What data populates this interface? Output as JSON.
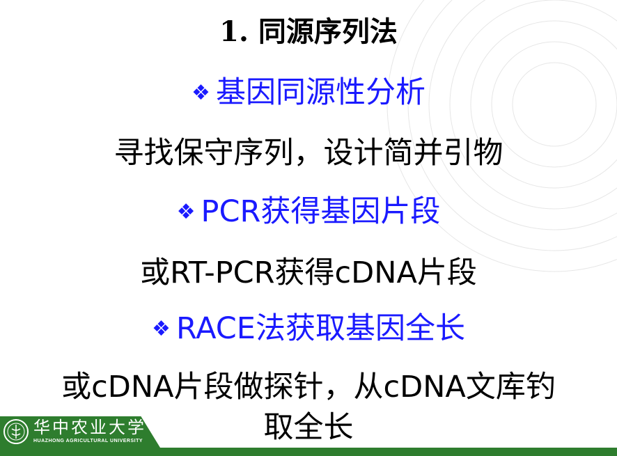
{
  "slide": {
    "title": "1. 同源序列法",
    "bullet_mark": "❖",
    "bullets": [
      {
        "text": "基因同源性分析"
      },
      {
        "text": "PCR获得基因片段"
      },
      {
        "text": "RACE法获取基因全长"
      }
    ],
    "body": [
      {
        "text": "寻找保守序列，设计简并引物"
      },
      {
        "text": "或RT-PCR获得cDNA片段"
      },
      {
        "lines": [
          "或cDNA片段做探针，从cDNA文库钓",
          "取全长"
        ]
      }
    ]
  },
  "footer": {
    "logo_cn": "华中农业大学",
    "logo_en": "HUAZHONG AGRICULTURAL UNIVERSITY",
    "seal_icon": "university-seal-icon"
  },
  "colors": {
    "bullet": "#1a1aff",
    "body": "#000000",
    "footer": "#2e7d2e"
  }
}
